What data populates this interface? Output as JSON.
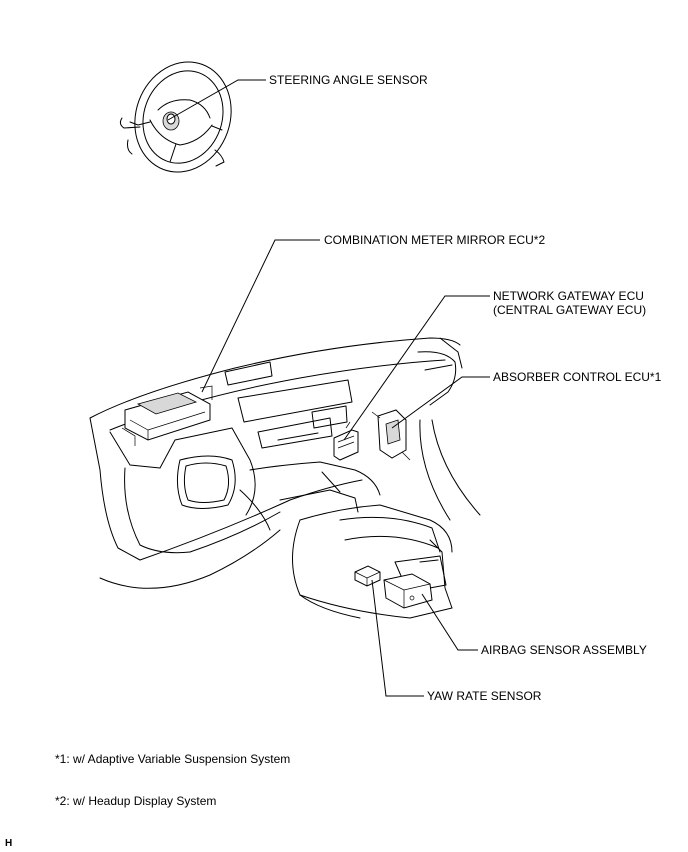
{
  "labels": {
    "steering_angle_sensor": "STEERING ANGLE SENSOR",
    "combination_meter": "COMBINATION METER MIRROR ECU*2",
    "network_gateway_line1": "NETWORK GATEWAY ECU",
    "network_gateway_line2": "(CENTRAL GATEWAY ECU)",
    "absorber_control": "ABSORBER CONTROL ECU*1",
    "airbag_sensor": "AIRBAG SENSOR ASSEMBLY",
    "yaw_rate_sensor": "YAW RATE SENSOR"
  },
  "footnotes": {
    "note1": "*1: w/ Adaptive Variable Suspension System",
    "note2": "*2: w/ Headup Display System"
  },
  "corner_mark": "H"
}
